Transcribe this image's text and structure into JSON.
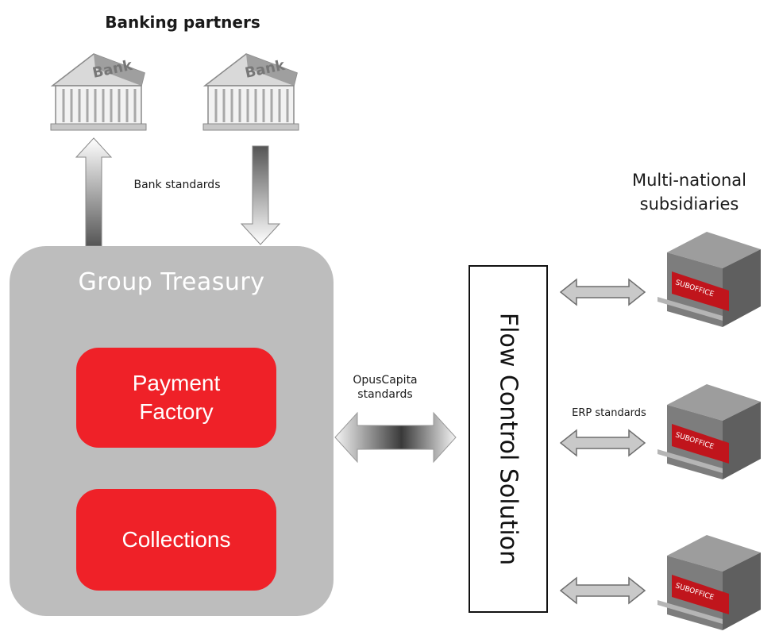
{
  "banking_partners": {
    "title": "Banking partners",
    "bank_label": "Bank"
  },
  "bank_standards_label": "Bank standards",
  "subsidiaries": {
    "title_line1": "Multi-national",
    "title_line2": "subsidiaries",
    "building_sign": "SUBOFFICE"
  },
  "treasury": {
    "title": "Group Treasury",
    "payment_factory_line1": "Payment",
    "payment_factory_line2": "Factory",
    "collections": "Collections"
  },
  "opuscapita_label_line1": "OpusCapita",
  "opuscapita_label_line2": "standards",
  "flow_control": "Flow Control Solution",
  "erp_label": "ERP standards",
  "colors": {
    "accent_red": "#ef2128",
    "treasury_gray": "#bdbdbd"
  }
}
